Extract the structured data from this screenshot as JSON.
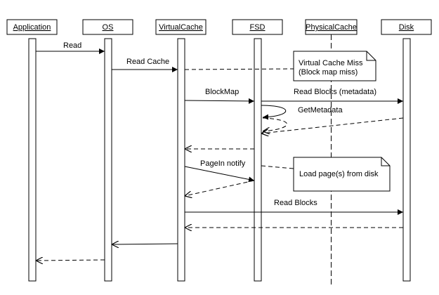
{
  "participants": [
    {
      "id": "app",
      "label": "Application"
    },
    {
      "id": "os",
      "label": "OS"
    },
    {
      "id": "vc",
      "label": "VirtualCache"
    },
    {
      "id": "fsd",
      "label": "FSD"
    },
    {
      "id": "pc",
      "label": "PhysicalCache"
    },
    {
      "id": "disk",
      "label": "Disk"
    }
  ],
  "messages": [
    {
      "label": "Read",
      "from": "app",
      "to": "os",
      "kind": "call"
    },
    {
      "label": "Read Cache",
      "from": "os",
      "to": "vc",
      "kind": "call"
    },
    {
      "label": "BlockMap",
      "from": "vc",
      "to": "fsd",
      "kind": "call"
    },
    {
      "label": "Read Blocks (metadata)",
      "from": "fsd",
      "to": "disk",
      "kind": "call"
    },
    {
      "label": "GetMetadata",
      "from": "fsd",
      "to": "fsd",
      "kind": "self-call"
    },
    {
      "label": "",
      "from": "fsd",
      "to": "fsd",
      "kind": "self-return"
    },
    {
      "label": "",
      "from": "disk",
      "to": "fsd",
      "kind": "return"
    },
    {
      "label": "",
      "from": "fsd",
      "to": "vc",
      "kind": "return"
    },
    {
      "label": "PageIn notify",
      "from": "vc",
      "to": "fsd",
      "kind": "call"
    },
    {
      "label": "",
      "from": "fsd",
      "to": "vc",
      "kind": "return"
    },
    {
      "label": "Read Blocks",
      "from": "vc",
      "to": "disk",
      "kind": "call"
    },
    {
      "label": "",
      "from": "disk",
      "to": "vc",
      "kind": "return"
    },
    {
      "label": "",
      "from": "vc",
      "to": "os",
      "kind": "return"
    },
    {
      "label": "",
      "from": "os",
      "to": "app",
      "kind": "return"
    }
  ],
  "notes": [
    {
      "lines": [
        "Virtual Cache Miss",
        "(Block map miss)"
      ],
      "attached_to": "Read Cache"
    },
    {
      "lines": [
        "Load page(s) from disk"
      ],
      "attached_to": "PageIn notify"
    }
  ]
}
